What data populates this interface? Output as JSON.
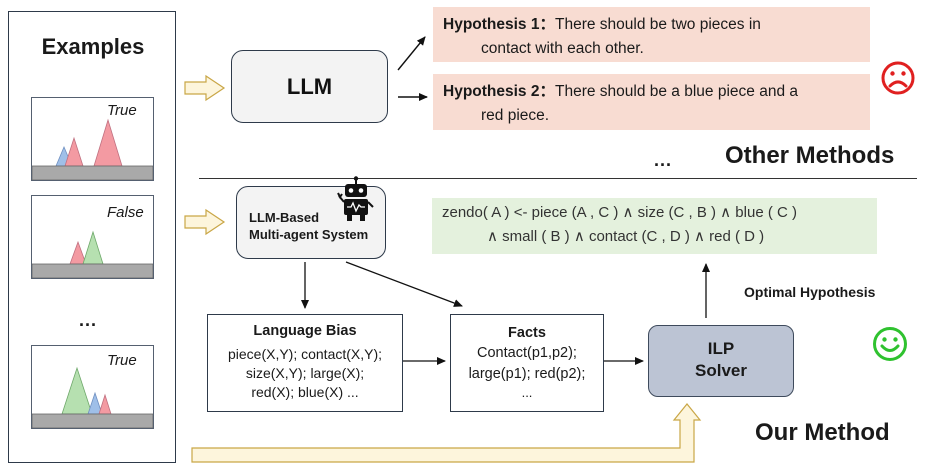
{
  "examples": {
    "title": "Examples",
    "cards": [
      {
        "label": "True"
      },
      {
        "label": "False"
      },
      {
        "label": "True"
      }
    ],
    "ellipsis": "..."
  },
  "other_methods": {
    "llm_label": "LLM",
    "hypotheses": [
      {
        "prefix": "Hypothesis 1：",
        "line1": "There should be two pieces in",
        "line2": "contact with each other."
      },
      {
        "prefix": "Hypothesis 2：",
        "line1": "There should be a blue piece and a",
        "line2": "red piece."
      }
    ],
    "ellipsis": "...",
    "section_title": "Other Methods"
  },
  "our_method": {
    "mas_line1": "LLM-Based",
    "mas_line2": "Multi-agent System",
    "result_line1": "zendo( A ) <- piece (A , C ) ∧ size (C , B ) ∧ blue ( C )",
    "result_line2": "∧ small ( B ) ∧ contact (C , D )  ∧  red ( D )",
    "optimal_label": "Optimal Hypothesis",
    "language_bias": {
      "title": "Language Bias",
      "lines": [
        "piece(X,Y); contact(X,Y);",
        "size(X,Y); large(X);",
        "red(X); blue(X) ..."
      ]
    },
    "facts": {
      "title": "Facts",
      "lines": [
        "Contact(p1,p2);",
        "large(p1);  red(p2);",
        "..."
      ]
    },
    "ilp_line1": "ILP",
    "ilp_line2": "Solver",
    "section_title": "Our Method"
  },
  "icons": {
    "sad": "sad-face-icon",
    "happy": "happy-face-icon",
    "robot": "robot-icon"
  },
  "colors": {
    "hypothesis_bg": "#f8dcd2",
    "result_bg": "#e4f1dd",
    "ilp_bg": "#bcc4d4",
    "sad_red": "#e02020",
    "happy_green": "#2fc22f",
    "arrow_fill": "#fdf5dc",
    "peak_red": "#f39aa2",
    "peak_blue": "#9fbfe8",
    "peak_green": "#b6e0b0",
    "ground_gray": "#a9a9a9"
  }
}
